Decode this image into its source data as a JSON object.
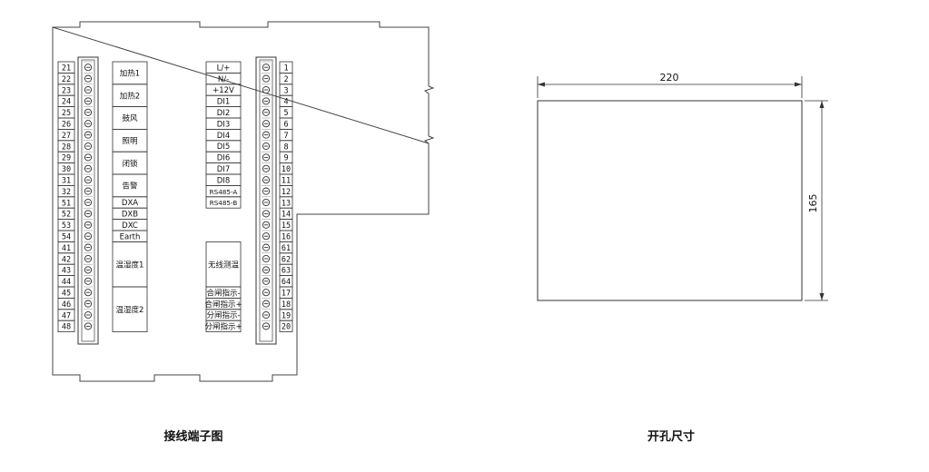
{
  "left_diagram": {
    "caption": "接线端子图",
    "left_terminal_numbers": [
      "21",
      "22",
      "23",
      "24",
      "25",
      "26",
      "27",
      "28",
      "29",
      "30",
      "31",
      "32",
      "51",
      "52",
      "53",
      "54",
      "41",
      "42",
      "43",
      "44",
      "45",
      "46",
      "47",
      "48"
    ],
    "left_labels": [
      {
        "text": "加热1",
        "rows": [
          0,
          1
        ]
      },
      {
        "text": "加热2",
        "rows": [
          2,
          3
        ]
      },
      {
        "text": "鼓风",
        "rows": [
          4,
          5
        ]
      },
      {
        "text": "照明",
        "rows": [
          6,
          7
        ]
      },
      {
        "text": "闭锁",
        "rows": [
          8,
          9
        ]
      },
      {
        "text": "告警",
        "rows": [
          10,
          11
        ]
      },
      {
        "text": "DXA",
        "rows": [
          12,
          12
        ]
      },
      {
        "text": "DXB",
        "rows": [
          13,
          13
        ]
      },
      {
        "text": "DXC",
        "rows": [
          14,
          14
        ]
      },
      {
        "text": "Earth",
        "rows": [
          15,
          15
        ]
      },
      {
        "text": "温湿度1",
        "rows": [
          16,
          19
        ]
      },
      {
        "text": "温湿度2",
        "rows": [
          20,
          23
        ]
      }
    ],
    "right_terminal_numbers": [
      "1",
      "2",
      "3",
      "4",
      "5",
      "6",
      "7",
      "8",
      "9",
      "10",
      "11",
      "12",
      "13",
      "14",
      "15",
      "16",
      "61",
      "62",
      "63",
      "64",
      "17",
      "18",
      "19",
      "20"
    ],
    "right_labels": [
      {
        "text": "L/+",
        "rows": [
          0,
          0
        ]
      },
      {
        "text": "N/-",
        "rows": [
          1,
          1
        ]
      },
      {
        "text": "+12V",
        "rows": [
          2,
          2
        ]
      },
      {
        "text": "DI1",
        "rows": [
          3,
          3
        ]
      },
      {
        "text": "DI2",
        "rows": [
          4,
          4
        ]
      },
      {
        "text": "DI3",
        "rows": [
          5,
          5
        ]
      },
      {
        "text": "DI4",
        "rows": [
          6,
          6
        ]
      },
      {
        "text": "DI5",
        "rows": [
          7,
          7
        ]
      },
      {
        "text": "DI6",
        "rows": [
          8,
          8
        ]
      },
      {
        "text": "DI7",
        "rows": [
          9,
          9
        ]
      },
      {
        "text": "DI8",
        "rows": [
          10,
          10
        ]
      },
      {
        "text": "RS485-A",
        "rows": [
          11,
          11
        ]
      },
      {
        "text": "RS485-B",
        "rows": [
          12,
          12
        ]
      },
      {
        "text": "无线测温",
        "rows": [
          16,
          19
        ]
      },
      {
        "text": "合闸指示-",
        "rows": [
          20,
          20
        ]
      },
      {
        "text": "合闸指示+",
        "rows": [
          21,
          21
        ]
      },
      {
        "text": "分闸指示-",
        "rows": [
          22,
          22
        ]
      },
      {
        "text": "分闸指示+",
        "rows": [
          23,
          23
        ]
      }
    ]
  },
  "right_diagram": {
    "caption": "开孔尺寸",
    "width_label": "220",
    "height_label": "165"
  }
}
